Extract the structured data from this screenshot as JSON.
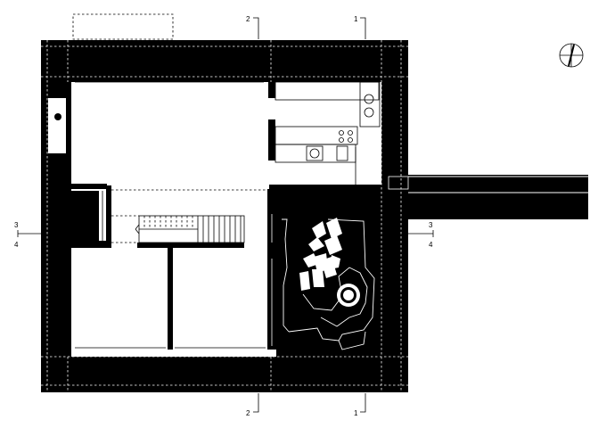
{
  "section_markers": {
    "top_1": "1",
    "top_2": "2",
    "bottom_1": "1",
    "bottom_2": "2",
    "left_3": "3",
    "left_4": "4",
    "right_3": "3",
    "right_4": "4"
  },
  "icons": {
    "north_arrow": "north-arrow-icon"
  },
  "colors": {
    "wall": "#000000",
    "floor": "#ffffff",
    "lines": "#000000"
  }
}
